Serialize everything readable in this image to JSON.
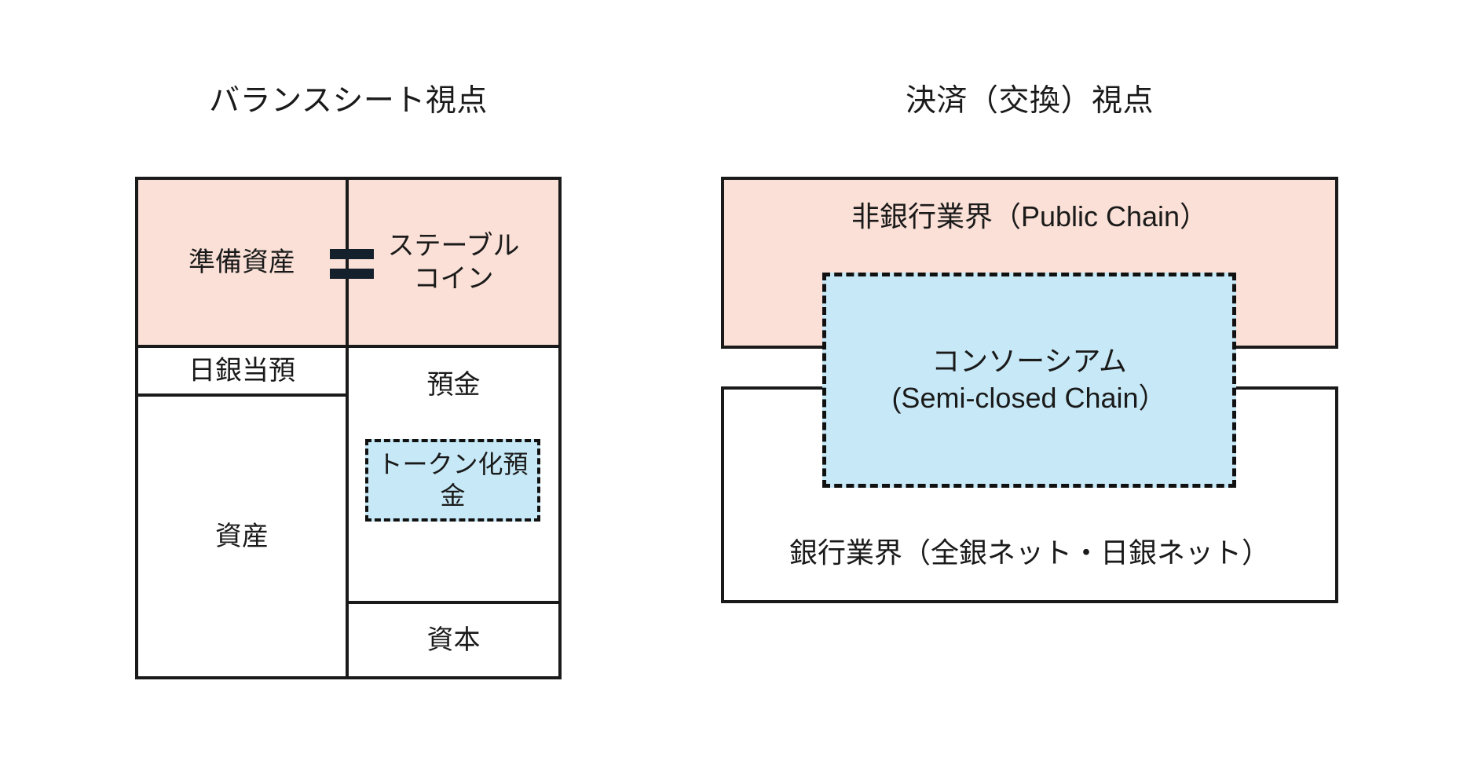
{
  "diagram": {
    "background_color": "#ffffff",
    "accent_pink": "#fae0d6",
    "accent_blue": "#c7e8f6",
    "line_color": "#1a1a1a"
  },
  "left_panel": {
    "title": "バランスシート視点",
    "equals_symbol": "=",
    "cells": {
      "reserve_assets": "準備資産",
      "stablecoin": "ステーブル\nコイン",
      "stablecoin_line1": "ステーブル",
      "stablecoin_line2": "コイン",
      "boj_current_deposit": "日銀当預",
      "assets": "資産",
      "deposit": "預金",
      "tokenized_deposit_line1": "トークン化預",
      "tokenized_deposit_line2": "金",
      "capital": "資本"
    }
  },
  "right_panel": {
    "title": "決済（交換）視点",
    "boxes": {
      "nonbank": "非銀行業界（Public Chain）",
      "consortium_line1": "コンソーシアム",
      "consortium_line2": "(Semi-closed Chain）",
      "bank": "銀行業界（全銀ネット・日銀ネット）"
    }
  }
}
